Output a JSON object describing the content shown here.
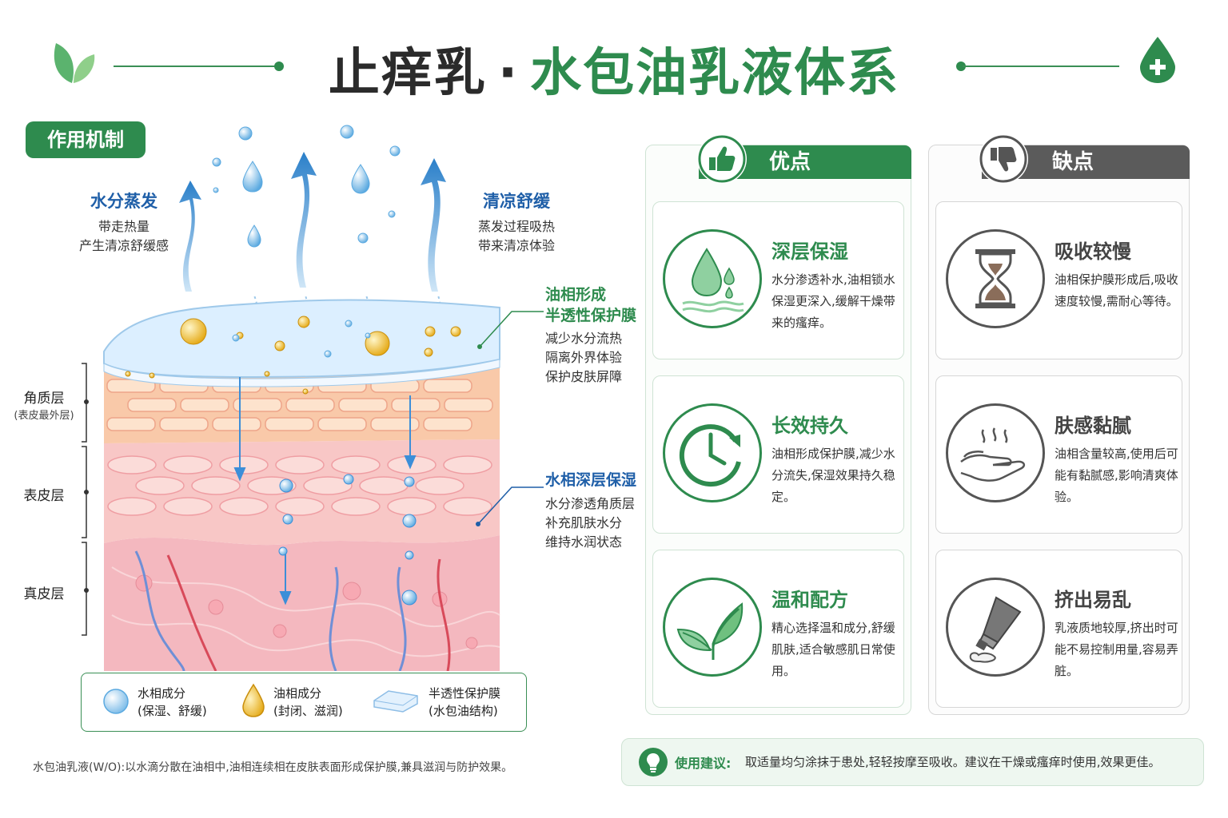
{
  "header": {
    "title_part1": "止痒乳",
    "separator": "·",
    "title_part2": "水包油乳液体系"
  },
  "mechanism": {
    "badge": "作用机制",
    "evaporation": {
      "title": "水分蒸发",
      "lines": [
        "带走热量",
        "产生清凉舒缓感"
      ]
    },
    "cooling": {
      "title": "清凉舒缓",
      "lines": [
        "蒸发过程吸热",
        "带来清凉体验"
      ]
    },
    "oil_film": {
      "title_lines": [
        "油相形成",
        "半透性保护膜"
      ],
      "lines": [
        "减少水分流热",
        "隔离外界体验",
        "保护皮肤屏障"
      ]
    },
    "water_phase": {
      "title": "水相深层保湿",
      "lines": [
        "水分渗透角质层",
        "补充肌肤水分",
        "维持水润状态"
      ]
    },
    "layers": [
      {
        "name": "角质层",
        "sub": "(表皮最外层)"
      },
      {
        "name": "表皮层",
        "sub": ""
      },
      {
        "name": "真皮层",
        "sub": ""
      }
    ],
    "legend": [
      {
        "name": "水相成分",
        "desc": "(保湿、舒缓)"
      },
      {
        "name": "油相成分",
        "desc": "(封闭、滋润)"
      },
      {
        "name": "半透性保护膜",
        "desc": "(水包油结构)"
      }
    ],
    "note": "水包油乳液(W/O):以水滴分散在油相中,油相连续相在皮肤表面形成保护膜,兼具滋润与防护效果。"
  },
  "pros": {
    "heading": "优点",
    "items": [
      {
        "title": "深层保湿",
        "text": "水分渗透补水,油相锁水保湿更深入,缓解干燥带来的瘙痒。",
        "icon": "water-drop-icon"
      },
      {
        "title": "长效持久",
        "text": "油相形成保护膜,减少水分流失,保湿效果持久稳定。",
        "icon": "clock-icon"
      },
      {
        "title": "温和配方",
        "text": "精心选择温和成分,舒缓肌肤,适合敏感肌日常使用。",
        "icon": "leaf-icon"
      }
    ]
  },
  "cons": {
    "heading": "缺点",
    "items": [
      {
        "title": "吸收较慢",
        "text": "油相保护膜形成后,吸收速度较慢,需耐心等待。",
        "icon": "hourglass-icon"
      },
      {
        "title": "肤感黏腻",
        "text": "油相含量较高,使用后可能有黏腻感,影响清爽体验。",
        "icon": "sticky-hand-icon"
      },
      {
        "title": "挤出易乱",
        "text": "乳液质地较厚,挤出时可能不易控制用量,容易弄脏。",
        "icon": "tube-icon"
      }
    ]
  },
  "tip": {
    "label": "使用建议:",
    "text": "取适量均匀涂抹于患处,轻轻按摩至吸收。建议在干燥或瘙痒时使用,效果更佳。"
  },
  "colors": {
    "green": "#2e8b4e",
    "blue": "#1f5fa8",
    "gray": "#5b5b5b"
  }
}
